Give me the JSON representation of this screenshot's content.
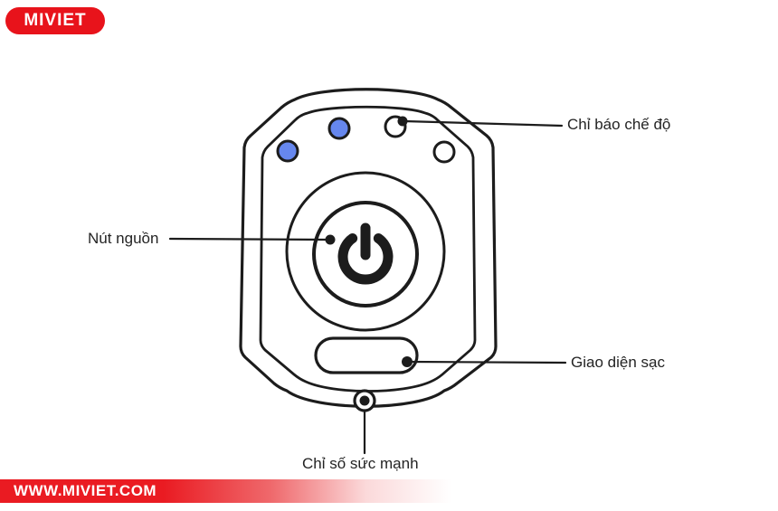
{
  "brand": {
    "logo_text": "MIVIET",
    "website_url": "WWW.MIVIET.COM"
  },
  "colors": {
    "brand_red": "#e8131b",
    "line_dark": "#1c1c1c",
    "led_active_blue": "#6687ee",
    "led_inactive_white": "#ffffff"
  },
  "diagram": {
    "labels": {
      "mode_indicator": "Chỉ báo chế độ",
      "power_button": "Nút nguồn",
      "charging_port": "Giao diện sạc",
      "strength_indicator": "Chỉ số sức mạnh"
    },
    "leds": {
      "total": 4,
      "active": 2,
      "inactive": 2
    }
  }
}
